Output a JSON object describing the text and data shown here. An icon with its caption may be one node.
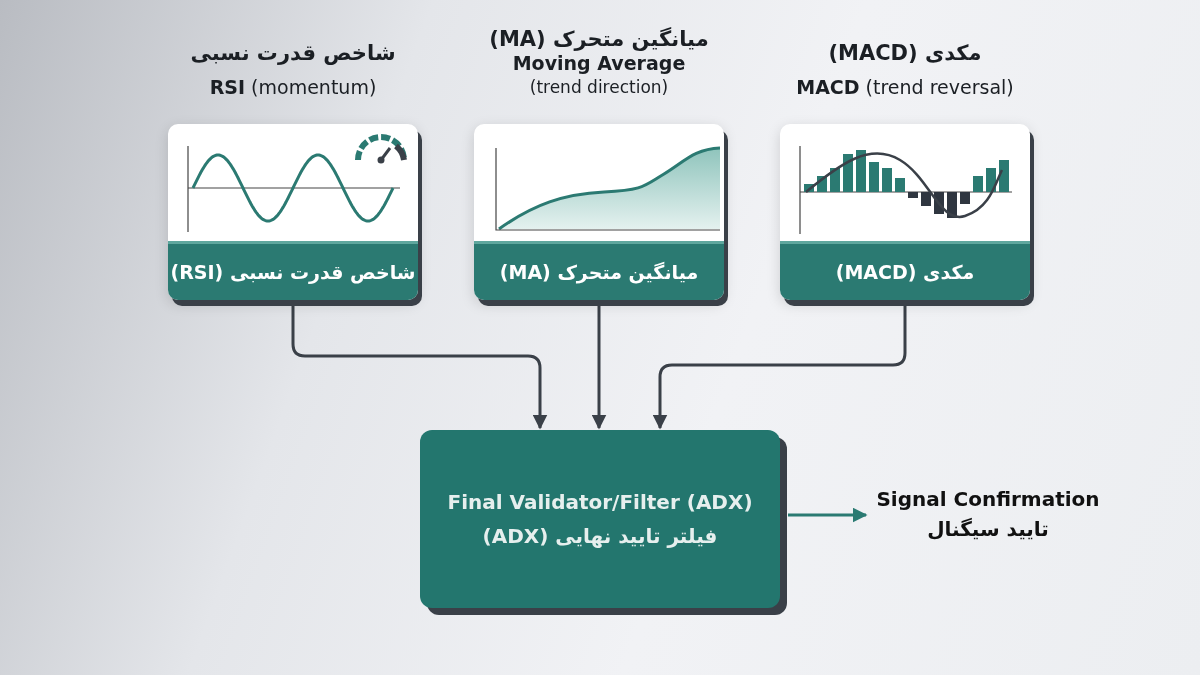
{
  "diagram": {
    "nodes": [
      {
        "text": [
          "شاخص قدرت نسبی",
          "**RSI** (momentum)",
          "شاخص قدرت نسبی (RSI)"
        ]
      },
      {
        "text": [
          "میانگین متحرک (MA)",
          "Moving Average",
          "(trend direction)",
          "میانگین متحرک (MA)"
        ]
      },
      {
        "text": [
          "مکدی (MACD)",
          "**MACD** (trend reversal)",
          "مکدی (MACD)"
        ]
      },
      {
        "text": [
          "Final Validator/Filter (ADX)",
          "فیلتر تایید نهایی (ADX)"
        ]
      },
      {
        "text": [
          "Signal Confirmation",
          "تایید سیگنال"
        ]
      }
    ],
    "edges": [
      {
        "from": 0,
        "to": 3,
        "arrow": "to"
      },
      {
        "from": 1,
        "to": 3,
        "arrow": "to"
      },
      {
        "from": 2,
        "to": 3,
        "arrow": "to"
      },
      {
        "from": 3,
        "to": 4,
        "arrow": "to",
        "color": "#2a7a72"
      }
    ]
  }
}
